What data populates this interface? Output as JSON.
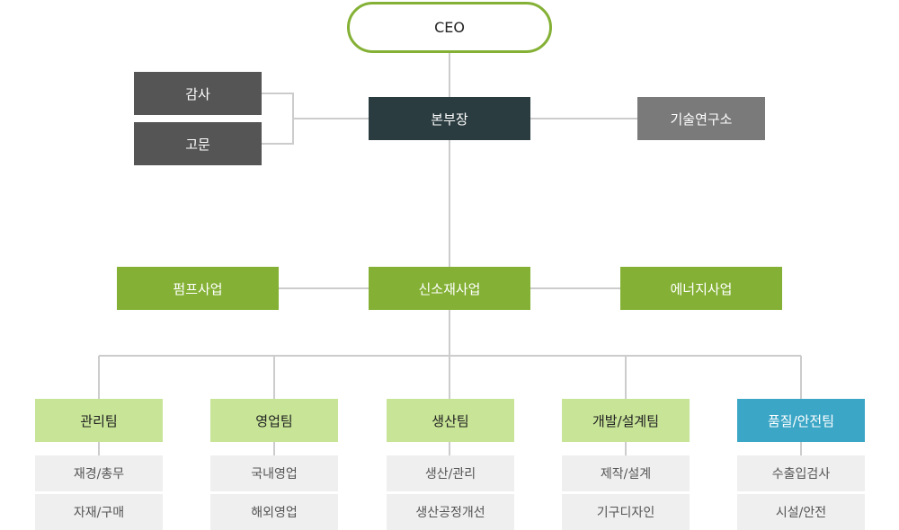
{
  "org": {
    "ceo": "CEO",
    "chief": "본부장",
    "audit": "감사",
    "advisor": "고문",
    "lab": "기술연구소",
    "business": [
      "펌프사업",
      "신소재사업",
      "에너지사업"
    ],
    "teams": [
      {
        "name": "관리팀",
        "units": [
          "재경/총무",
          "자재/구매"
        ]
      },
      {
        "name": "영업팀",
        "units": [
          "국내영업",
          "해외영업"
        ]
      },
      {
        "name": "생산팀",
        "units": [
          "생산/관리",
          "생산공정개선"
        ]
      },
      {
        "name": "개발/설계팀",
        "units": [
          "제작/설계",
          "기구디자인"
        ]
      },
      {
        "name": "품질/안전팀",
        "units": [
          "수출입검사",
          "시설/안전"
        ],
        "highlight": true
      }
    ]
  },
  "colors": {
    "green": "#84b135",
    "light_green": "#c7e497",
    "dark": "#2b3c40",
    "gray_dark": "#555555",
    "gray": "#7a7a7a",
    "blue": "#3ba6c6",
    "sub_bg": "#efefef",
    "line": "#cccccc"
  }
}
